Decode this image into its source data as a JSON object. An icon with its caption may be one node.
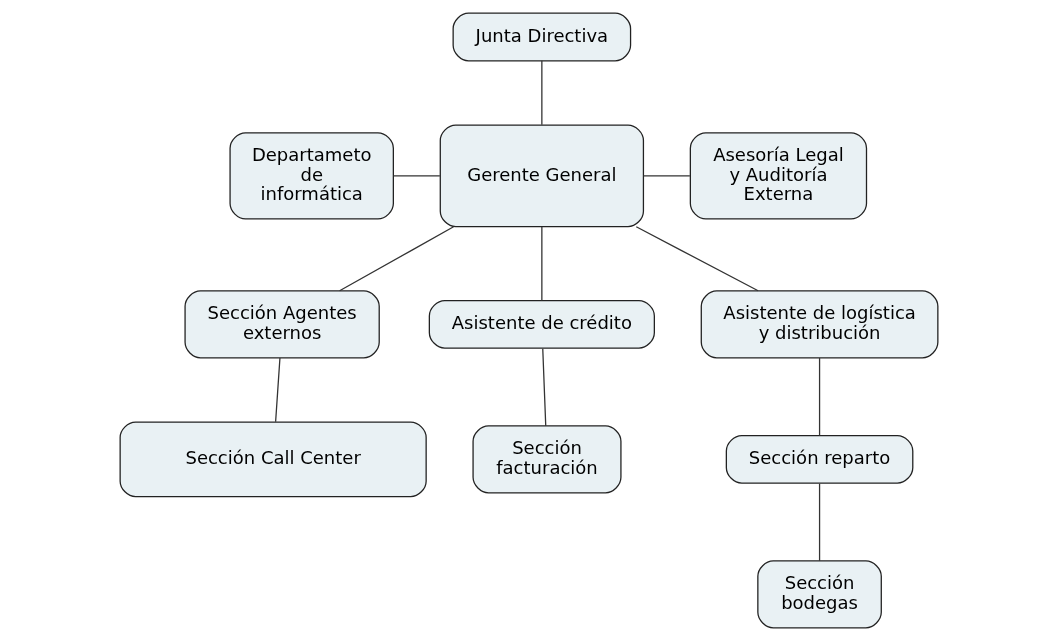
{
  "diagram": {
    "nodes": [
      {
        "text": [
          "Junta Directiva"
        ]
      },
      {
        "text": [
          "Departameto de informática"
        ]
      },
      {
        "text": [
          "Gerente General"
        ]
      },
      {
        "text": [
          "Asesoría Legal y Auditoría Externa"
        ]
      },
      {
        "text": [
          "Sección Agentes externos"
        ]
      },
      {
        "text": [
          "Asistente de crédito"
        ]
      },
      {
        "text": [
          "Asistente de logística y distribución"
        ]
      },
      {
        "text": [
          "Sección Call Center"
        ]
      },
      {
        "text": [
          "Sección facturación"
        ]
      },
      {
        "text": [
          "Sección reparto"
        ]
      },
      {
        "text": [
          "Sección bodegas"
        ]
      }
    ],
    "edges": [
      {
        "from": 0,
        "to": 2,
        "arrow": "none"
      },
      {
        "from": 1,
        "to": 2,
        "arrow": "none"
      },
      {
        "from": 2,
        "to": 3,
        "arrow": "none"
      },
      {
        "from": 2,
        "to": 4,
        "arrow": "none"
      },
      {
        "from": 2,
        "to": 5,
        "arrow": "none"
      },
      {
        "from": 2,
        "to": 6,
        "arrow": "none"
      },
      {
        "from": 4,
        "to": 7,
        "arrow": "none"
      },
      {
        "from": 5,
        "to": 8,
        "arrow": "none"
      },
      {
        "from": 6,
        "to": 9,
        "arrow": "none"
      },
      {
        "from": 9,
        "to": 10,
        "arrow": "none"
      }
    ]
  }
}
